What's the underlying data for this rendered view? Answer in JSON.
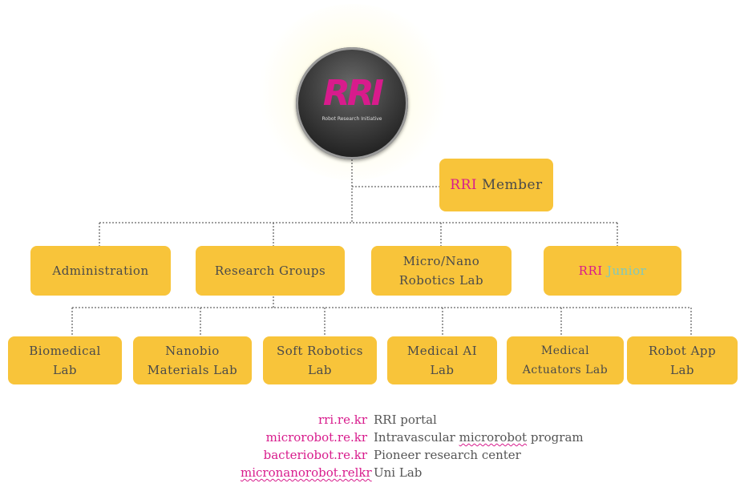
{
  "logo": {
    "text": "RRI",
    "subtitle": "Robot Research Initiative"
  },
  "member": {
    "prefix": "RRI",
    "label": "Member"
  },
  "groups": [
    {
      "label": "Administration"
    },
    {
      "label": "Research Groups"
    },
    {
      "line1": "Micro/Nano",
      "line2": "Robotics Lab"
    },
    {
      "prefix": "RRI",
      "label": "Junior"
    }
  ],
  "labs": [
    {
      "line1": "Biomedical",
      "line2": "Lab"
    },
    {
      "line1": "Nanobio",
      "line2": "Materials Lab"
    },
    {
      "line1": "Soft Robotics",
      "line2": "Lab"
    },
    {
      "line1": "Medical AI",
      "line2": "Lab"
    },
    {
      "line1": "Medical",
      "line2": "Actuators Lab"
    },
    {
      "line1": "Robot App",
      "line2": "Lab"
    }
  ],
  "links": [
    {
      "url": "rri.re.kr",
      "desc": "RRI portal"
    },
    {
      "url": "microrobot.re.kr",
      "desc_pre": "Intravascular ",
      "desc_mid": "microrobot",
      "desc_post": " program"
    },
    {
      "url": "bacteriobot.re.kr",
      "desc": "Pioneer research center"
    },
    {
      "url": "micronanorobot.relkr",
      "desc": "Uni Lab"
    }
  ],
  "colors": {
    "box": "#f8c43a",
    "accent": "#d81b8c",
    "junior": "#7cc8c0",
    "text": "#4a4a4a"
  }
}
